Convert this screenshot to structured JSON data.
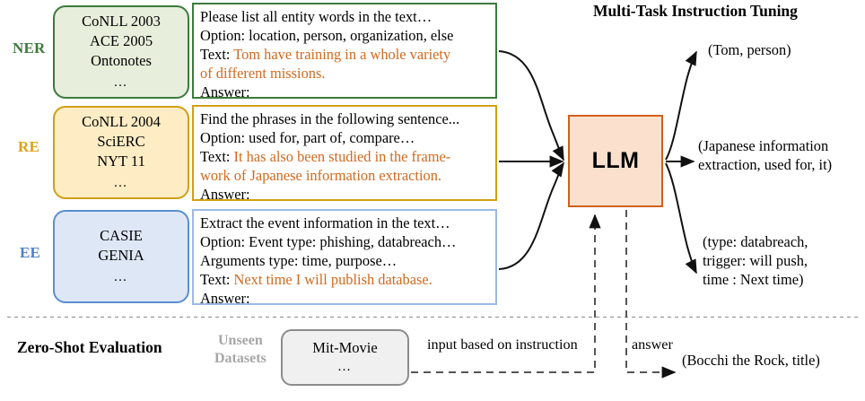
{
  "headings": {
    "multi_task": "Multi-Task Instruction Tuning",
    "zero_shot": "Zero-Shot Evaluation"
  },
  "tasks": [
    {
      "id": "ner",
      "label": "NER",
      "label_color": "#3c7a3c",
      "border_color": "#3c7a3c",
      "fill_color": "#e7efdc",
      "datasets": [
        "CoNLL 2003",
        "ACE 2005",
        "Ontonotes"
      ],
      "datasets_ellipsis": "…",
      "prompt": {
        "lines": [
          "Please list all entity words in the text…",
          "Option: location, person, organization, else"
        ],
        "text_prefix": "Text: ",
        "text_value_line1": "Tom have training in a whole variety",
        "text_value_line2": "of different missions.",
        "answer_label": "Answer:"
      },
      "output": [
        "(Tom, person)"
      ]
    },
    {
      "id": "re",
      "label": "RE",
      "label_color": "#d9a219",
      "border_color": "#d0a015",
      "fill_color": "#fdecc4",
      "datasets": [
        "CoNLL 2004",
        "SciERC",
        "NYT 11"
      ],
      "datasets_ellipsis": "…",
      "prompt": {
        "lines": [
          "Find the phrases in the following sentence...",
          "Option: used for, part of, compare…"
        ],
        "text_prefix": "Text: ",
        "text_value_line1": "It has also been studied in the frame-",
        "text_value_line2": "work of Japanese information extraction.",
        "answer_label": "Answer:"
      },
      "output": [
        "(Japanese information",
        "extraction, used for, it)"
      ]
    },
    {
      "id": "ee",
      "label": "EE",
      "label_color": "#4d81c4",
      "border_color": "#9cb8e4",
      "box_border_color": "#5a8fd0",
      "fill_color": "#dee7f6",
      "datasets": [
        "CASIE",
        "GENIA"
      ],
      "datasets_ellipsis": "…",
      "prompt": {
        "lines": [
          "Extract the event information in the text…",
          "Option: Event type: phishing, databreach…",
          "Arguments type: time, purpose…"
        ],
        "text_prefix": "Text: ",
        "text_value_line1": "Next time I will publish database.",
        "text_value_line2": "",
        "answer_label": "Answer:"
      },
      "output": [
        "(type: databreach,",
        "trigger: will push,",
        "time : Next time)"
      ]
    }
  ],
  "model": {
    "label": "LLM",
    "border_color": "#d2601c",
    "fill_color": "#fbe0cd"
  },
  "zero_shot": {
    "unseen_label_line1": "Unseen",
    "unseen_label_line2": "Datasets",
    "dataset_name": "Mit-Movie",
    "dataset_ellipsis": "…",
    "input_edge_label": "input based on instruction",
    "answer_edge_label": "answer",
    "output": "(Bocchi the Rock, title)"
  }
}
